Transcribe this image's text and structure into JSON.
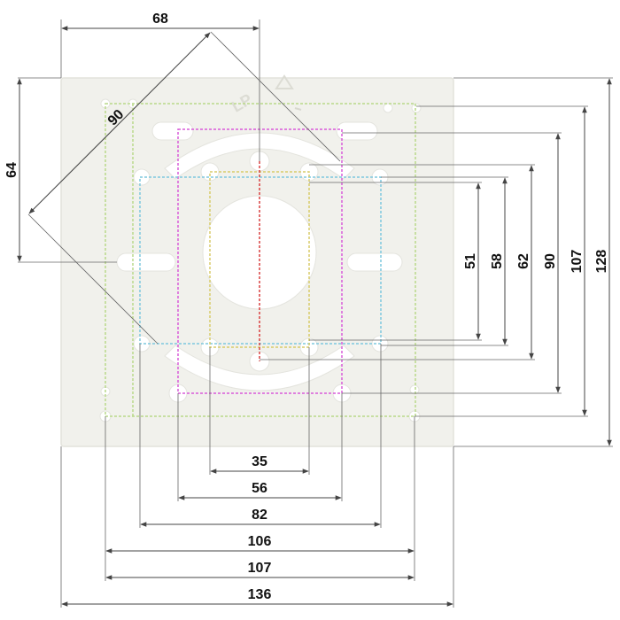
{
  "colors": {
    "plate": "#f1f1ec",
    "plate_edge": "#e3e3dc",
    "hole": "#ffffff",
    "green_pattern": "#b9d98a",
    "magenta_pattern": "#d95bd9",
    "cyan_pattern": "#7ec8de",
    "yellow_pattern": "#d8cc6a",
    "red_center": "#d94040",
    "dimension_line": "#444444",
    "text": "#111111"
  },
  "plate_logo": "LP",
  "dimensions": {
    "top": "68",
    "diagonal": "90",
    "left": "64",
    "right": [
      "51",
      "58",
      "62",
      "90",
      "107",
      "128"
    ],
    "bottom": [
      "35",
      "56",
      "82",
      "106",
      "107",
      "136"
    ]
  }
}
